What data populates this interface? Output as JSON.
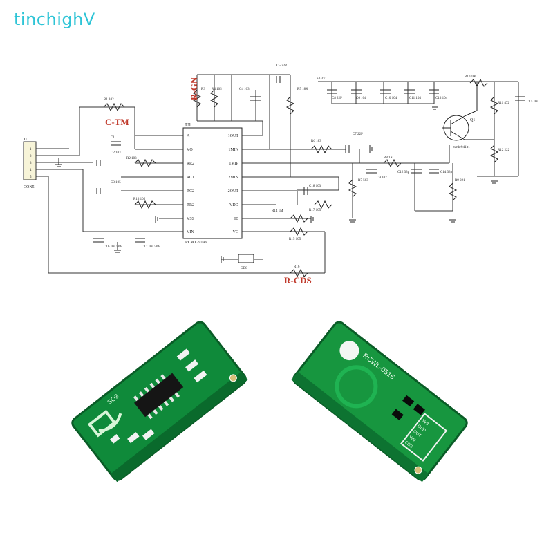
{
  "watermark": "tinchighV",
  "labels": {
    "r_gn": "R-GN",
    "c_tm": "C-TM",
    "r_cds": "R-CDS",
    "ic_name": "U1",
    "ic_part": "RCWL-9196",
    "con": "CON5",
    "j1": "J1",
    "transistor": "Q1",
    "transistor_part": "mmbr941lt1",
    "board_left_label": "SO3",
    "board_right_label": "RCWL-0516"
  },
  "pins_left": [
    "A",
    "VO",
    "RR2",
    "RC1",
    "RC2",
    "RR2",
    "VSS",
    "VIN"
  ],
  "pins_right": [
    "1OUT",
    "1MIN",
    "1MIP",
    "2MIN",
    "2OUT",
    "VDD",
    "IB",
    "VC"
  ],
  "con_pins": [
    "1",
    "2",
    "3",
    "4",
    "5"
  ],
  "board_right_pins": [
    "3V3",
    "GND",
    "OUT",
    "VIN",
    "CDS"
  ],
  "components": {
    "r1": "R1 102",
    "c1": "C1",
    "c2": "C2 103",
    "r2": "R2 103",
    "c3": "C3 105",
    "r13": "R13 105",
    "r3": "R3",
    "r4": "R4 105",
    "c4": "C4 103",
    "c5": "C5 22P",
    "r5": "R5 18K",
    "r6": "R6 183",
    "c7": "C7 22P",
    "r7": "R7 563",
    "c9": "C9 102",
    "r8": "R8 1K",
    "c12": "C12 33p",
    "c14": "C14 33p",
    "r9": "R9 221",
    "c18": "C18 103",
    "r17": "R17 105",
    "r14": "R14 1M",
    "r15": "R15 105",
    "r16": "R16",
    "c16": "C16 104 50V",
    "c17": "C17 104 50V",
    "cds": "CDS",
    "r10": "R10 100",
    "c8": "C8 22P",
    "c6": "C6 104",
    "c10": "C10 104",
    "c11": "C11 104",
    "c13": "C13 104",
    "r11": "R11 472",
    "r12": "R12 222",
    "c15": "C15 104",
    "v33": "+3.3V"
  }
}
